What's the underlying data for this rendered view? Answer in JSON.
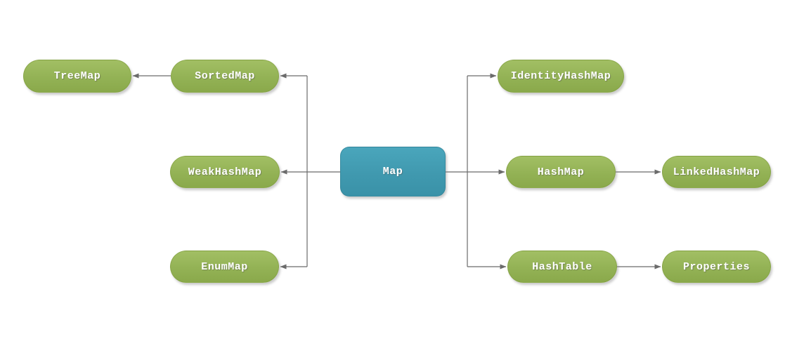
{
  "diagram": {
    "description": "Java Map interface class hierarchy diagram",
    "nodes": {
      "map": {
        "label": "Map",
        "shape": "rounded-rectangle",
        "color": "#4099af"
      },
      "sorted_map": {
        "label": "SortedMap",
        "shape": "pill",
        "color": "#93b255"
      },
      "tree_map": {
        "label": "TreeMap",
        "shape": "pill",
        "color": "#93b255"
      },
      "weak_hash_map": {
        "label": "WeakHashMap",
        "shape": "pill",
        "color": "#93b255"
      },
      "enum_map": {
        "label": "EnumMap",
        "shape": "pill",
        "color": "#93b255"
      },
      "identity_hash_map": {
        "label": "IdentityHashMap",
        "shape": "pill",
        "color": "#93b255"
      },
      "hash_map": {
        "label": "HashMap",
        "shape": "pill",
        "color": "#93b255"
      },
      "linked_hash_map": {
        "label": "LinkedHashMap",
        "shape": "pill",
        "color": "#93b255"
      },
      "hash_table": {
        "label": "HashTable",
        "shape": "pill",
        "color": "#93b255"
      },
      "properties": {
        "label": "Properties",
        "shape": "pill",
        "color": "#93b255"
      }
    },
    "edges": [
      {
        "from": "Map",
        "to": "SortedMap"
      },
      {
        "from": "SortedMap",
        "to": "TreeMap"
      },
      {
        "from": "Map",
        "to": "WeakHashMap"
      },
      {
        "from": "Map",
        "to": "EnumMap"
      },
      {
        "from": "Map",
        "to": "IdentityHashMap"
      },
      {
        "from": "Map",
        "to": "HashMap"
      },
      {
        "from": "HashMap",
        "to": "LinkedHashMap"
      },
      {
        "from": "Map",
        "to": "HashTable"
      },
      {
        "from": "HashTable",
        "to": "Properties"
      }
    ],
    "colors": {
      "node_green": "#93b255",
      "node_blue": "#4099af",
      "connector": "#6b6b6b",
      "label_text": "#ffffff",
      "background": "#ffffff"
    }
  }
}
